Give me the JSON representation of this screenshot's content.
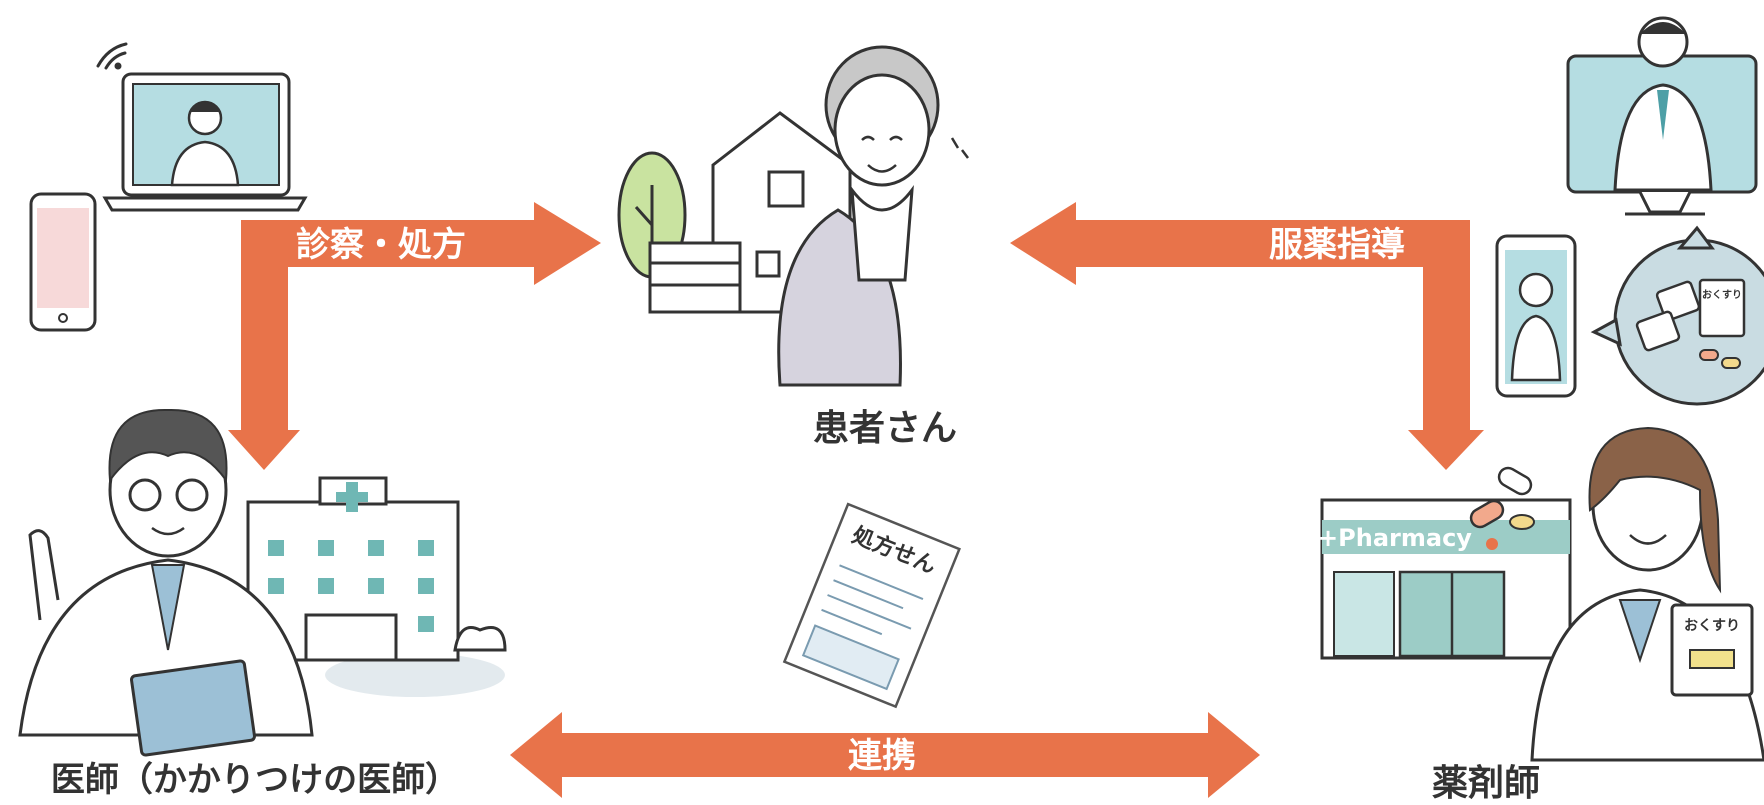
{
  "colors": {
    "arrow": "#E8734A",
    "stroke": "#333333",
    "teal_screen": "#B5DDE2",
    "pink_screen": "#F7D9D9",
    "tree": "#C9E3A0",
    "pharmacy_teal": "#9CCCC6",
    "bubble": "#C9DCE2",
    "coat_blue": "#9CC0D6",
    "patient_clothes": "#D6D3DE"
  },
  "labels": {
    "consult": "診察・処方",
    "guidance": "服薬指導",
    "patient": "患者さん",
    "doctor": "医師（かかりつけの医師）",
    "pharmacist": "薬剤師",
    "cooperation": "連携",
    "pharmacy_sign": "+Pharmacy",
    "prescription": "処方せん",
    "medicine_book": "おくすり",
    "pill_pack": "おくすり"
  },
  "icons": {
    "wifi": "wifi-icon",
    "laptop": "laptop-doctor-icon",
    "phone": "smartphone-icon",
    "house": "house-icon",
    "tree": "tree-icon",
    "hospital": "hospital-icon",
    "monitor": "monitor-doctor-icon",
    "pharmacy": "pharmacy-store-icon",
    "prescription": "prescription-paper-icon",
    "pills": "pills-icon",
    "speech": "speech-bubble-icon"
  }
}
